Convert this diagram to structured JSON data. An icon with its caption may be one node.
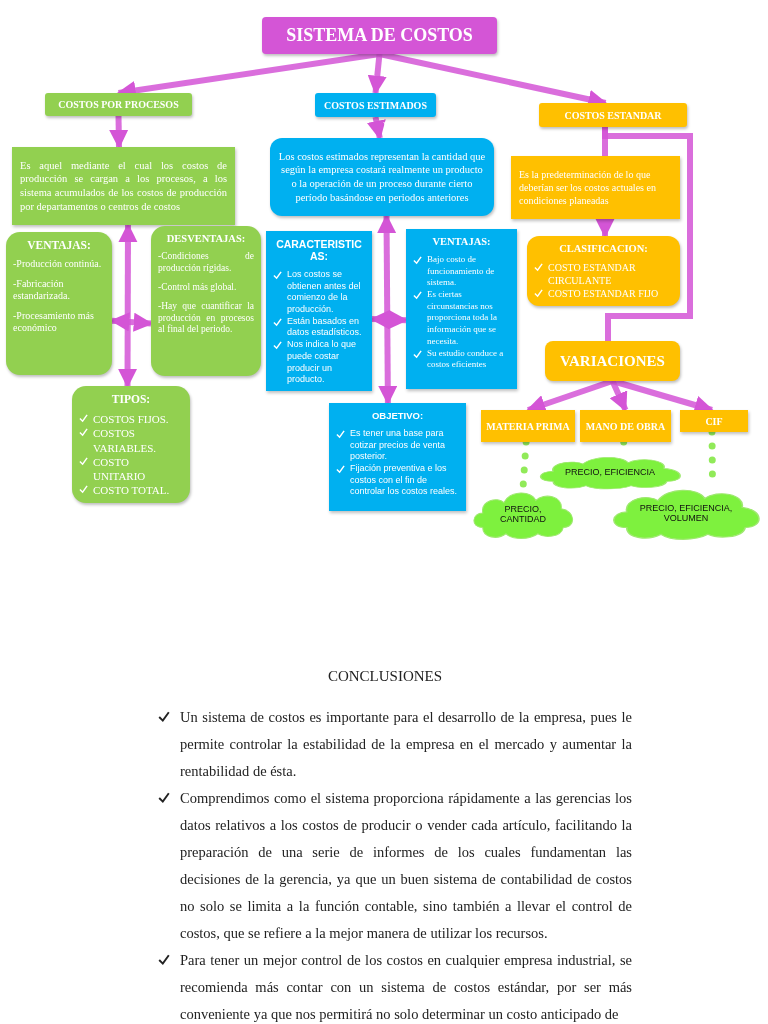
{
  "diagram": {
    "nodes": [
      {
        "text": [
          "SISTEMA DE COSTOS"
        ]
      },
      {
        "text": [
          "COSTOS POR PROCESOS"
        ]
      },
      {
        "text": [
          "COSTOS ESTIMADOS"
        ]
      },
      {
        "text": [
          "COSTOS ESTANDAR"
        ]
      },
      {
        "text": [
          "Es aquel mediante el cual los costos de producción se cargan a los procesos, a los sistema acumulados de los costos de producción por departamentos o centros de costos"
        ]
      },
      {
        "text": [
          "VENTAJAS:",
          "-Producción continúa.",
          "-Fabricación estandarizada.",
          "-Procesamiento más económico"
        ]
      },
      {
        "text": [
          "DESVENTAJAS:",
          "-Condiciones de producción rígidas.",
          "-Control más global.",
          "-Hay que cuantificar la producción en procesos al final del periodo."
        ]
      },
      {
        "text": [
          "TIPOS:",
          "COSTOS FIJOS.",
          "COSTOS VARIABLES.",
          "COSTO UNITARIO",
          "COSTO TOTAL."
        ]
      },
      {
        "text": [
          "Los costos estimados representan la cantidad que según la empresa costará realmente un producto o la operación de un proceso durante cierto período basándose en periodos anteriores"
        ]
      },
      {
        "text": [
          "CARACTERISTICAS:",
          "Los costos se obtienen antes del comienzo de la producción.",
          "Están basados en datos estadísticos.",
          "Nos indica lo que puede costar producir un producto."
        ]
      },
      {
        "text": [
          "VENTAJAS:",
          "Bajo costo de funcionamiento de sistema.",
          "Es ciertas circunstancias nos proporciona toda la información que se necesita.",
          "Su estudio conduce a costos eficientes"
        ]
      },
      {
        "text": [
          "OBJETIVO:",
          "Es tener una base para cotizar precios de venta posterior.",
          "Fijación preventiva e los costos con el fin de controlar los costos reales."
        ]
      },
      {
        "text": [
          "Es la predeterminación de lo que deberían ser los costos actuales en condiciones planeadas"
        ]
      },
      {
        "text": [
          "CLASIFICACION:",
          "COSTO ESTANDAR CIRCULANTE",
          "COSTO ESTANDAR FIJO"
        ]
      },
      {
        "text": [
          "VARIACIONES"
        ]
      },
      {
        "text": [
          "MATERIA PRIMA"
        ]
      },
      {
        "text": [
          "MANO DE OBRA"
        ]
      },
      {
        "text": [
          "CIF"
        ]
      },
      {
        "text": [
          "PRECIO, EFICIENCIA"
        ]
      },
      {
        "text": [
          "PRECIO, CANTIDAD"
        ]
      },
      {
        "text": [
          "PRECIO, EFICIENCIA, VOLUMEN"
        ]
      }
    ],
    "edges": [
      {
        "from": 0,
        "to": 1,
        "arrow": "to"
      },
      {
        "from": 0,
        "to": 2,
        "arrow": "to"
      },
      {
        "from": 0,
        "to": 3,
        "arrow": "to"
      },
      {
        "from": 1,
        "to": 4,
        "arrow": "to"
      },
      {
        "from": 4,
        "to": 7,
        "arrow": "both"
      },
      {
        "from": 5,
        "to": 6,
        "arrow": "both"
      },
      {
        "from": 2,
        "to": 8,
        "arrow": "to"
      },
      {
        "from": 8,
        "to": 11,
        "arrow": "both"
      },
      {
        "from": 9,
        "to": 10,
        "arrow": "both"
      },
      {
        "from": 3,
        "to": 12,
        "arrow": "none"
      },
      {
        "from": 3,
        "to": 14,
        "arrow": "none"
      },
      {
        "from": 12,
        "to": 13,
        "arrow": "to"
      },
      {
        "from": 14,
        "to": 15,
        "arrow": "to"
      },
      {
        "from": 14,
        "to": 16,
        "arrow": "to"
      },
      {
        "from": 14,
        "to": 17,
        "arrow": "to"
      },
      {
        "from": 15,
        "to": 19,
        "arrow": "none",
        "style": "dashed",
        "color": "#7ee63c"
      },
      {
        "from": 16,
        "to": 18,
        "arrow": "none",
        "style": "dashed",
        "color": "#7ee63c"
      },
      {
        "from": 17,
        "to": 20,
        "arrow": "none",
        "style": "dashed",
        "color": "#7ee63c"
      }
    ],
    "labels": [
      "v",
      "CONCLUSIONES",
      "Un sistema de costos es importante para el desarrollo de la empresa, pues le permite controlar la estabilidad de la empresa en el mercado y aumentar la rentabilidad de ésta.",
      "Comprendimos como el sistema proporciona rápidamente a las gerencias los datos relativos a los costos de producir o vender cada artículo, facilitando la preparación de una serie de informes de los cuales fundamentan las decisiones de la gerencia, ya que un buen sistema de contabilidad de costos no solo se limita a la función contable, sino también a llevar el control de costos, que se refiere a la mejor manera de utilizar los recursos.",
      "Para tener un mejor control de los costos en cualquier empresa industrial, se recomienda más contar con un sistema de costos estándar, por ser más conveniente ya que nos permitirá no solo determinar un costo anticipado de"
    ]
  }
}
